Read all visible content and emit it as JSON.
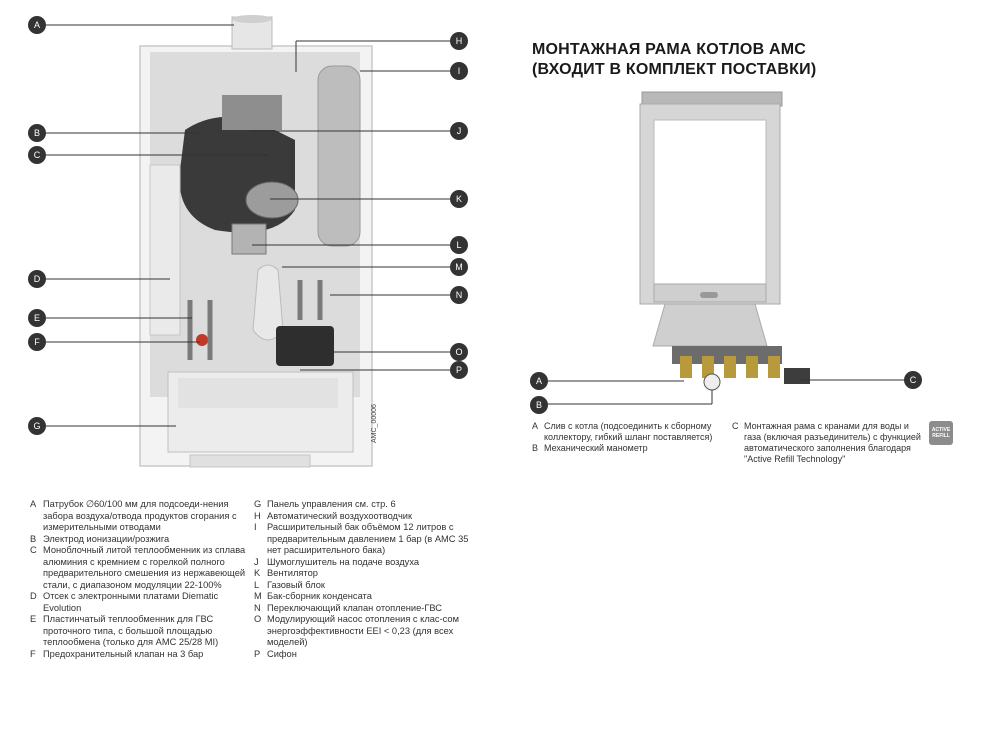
{
  "boiler": {
    "model_code": "AMC_00006",
    "callouts": [
      "A",
      "B",
      "C",
      "D",
      "E",
      "F",
      "G",
      "H",
      "I",
      "J",
      "K",
      "L",
      "M",
      "N",
      "O",
      "P"
    ]
  },
  "legend_left": [
    {
      "key": "A",
      "text": "Патрубок ∅60/100 мм для подсоеди-нения забора воздуха/отвода продуктов сгорания с измерительными отводами"
    },
    {
      "key": "B",
      "text": "Электрод ионизации/розжига"
    },
    {
      "key": "C",
      "text": "Моноблочный литой теплообменник из сплава алюминия с кремнием с горелкой полного предварительного смешения из нержавеющей стали, с диапазоном модуляции 22-100%"
    },
    {
      "key": "D",
      "text": "Отсек с электронными платами Diematic Evolution"
    },
    {
      "key": "E",
      "text": "Пластинчатый теплообменник для ГВС проточного типа, с большой площадью теплообмена (только для AMC 25/28 MI)"
    },
    {
      "key": "F",
      "text": "Предохранительный клапан на 3 бар"
    }
  ],
  "legend_mid": [
    {
      "key": "G",
      "text": "Панель управления см. стр. 6"
    },
    {
      "key": "H",
      "text": "Автоматический воздухоотводчик"
    },
    {
      "key": "I",
      "text": "Расширительный бак объёмом 12 литров с предварительным давлением 1 бар (в AMC 35 нет расширительного бака)"
    },
    {
      "key": "J",
      "text": "Шумоглушитель на подаче воздуха"
    },
    {
      "key": "K",
      "text": "Вентилятор"
    },
    {
      "key": "L",
      "text": "Газовый блок"
    },
    {
      "key": "M",
      "text": "Бак-сборник конденсата"
    },
    {
      "key": "N",
      "text": "Переключающий клапан отопление-ГВС"
    },
    {
      "key": "O",
      "text": "Модулирующий насос отопления с клас-сом энергоэффективности EEI < 0,23 (для всех моделей)"
    },
    {
      "key": "P",
      "text": "Сифон"
    }
  ],
  "frame": {
    "title_line1": "МОНТАЖНАЯ РАМА КОТЛОВ AMC",
    "title_line2": "(ВХОДИТ В КОМПЛЕКТ ПОСТАВКИ)",
    "callouts": [
      "A",
      "B",
      "C"
    ],
    "legend_left": [
      {
        "key": "A",
        "text": "Слив с котла (подсоединить к сборному коллектору, гибкий шланг поставляется)"
      },
      {
        "key": "B",
        "text": "Механический манометр"
      }
    ],
    "legend_right": [
      {
        "key": "C",
        "text": "Монтажная рама с кранами для воды и газа (включая разъединитель) с функцией автоматического заполнения благодаря \"Active Refill Technology\""
      }
    ],
    "badge_line1": "ACTIVE",
    "badge_line2": "REFILL"
  }
}
